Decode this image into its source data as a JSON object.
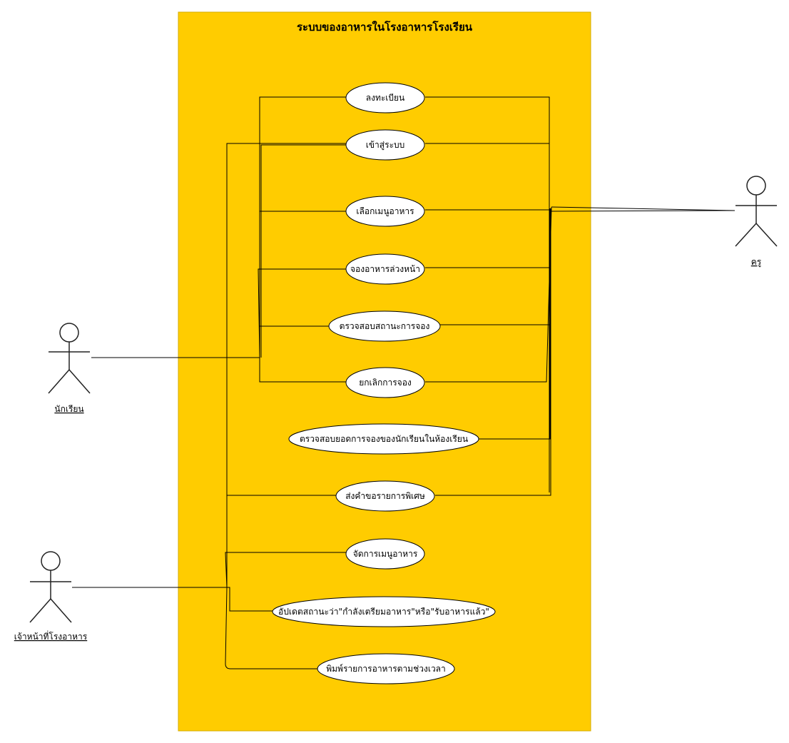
{
  "system": {
    "title": "ระบบของอาหารในโรงอาหารโรงเรียน",
    "fill": "#FFCC00",
    "border": "#D6AB00"
  },
  "actors": [
    {
      "id": "student",
      "label": "นักเรียน"
    },
    {
      "id": "teacher",
      "label": "ครู"
    },
    {
      "id": "staff",
      "label": "เจ้าหน้าที่โรงอาหาร"
    }
  ],
  "use_cases": [
    {
      "id": "register",
      "label": "ลงทะเบียน"
    },
    {
      "id": "login",
      "label": "เข้าสู่ระบบ"
    },
    {
      "id": "select_menu",
      "label": "เลือกเมนูอาหาร"
    },
    {
      "id": "reserve",
      "label": "จองอาหารล่วงหน้า"
    },
    {
      "id": "check_status",
      "label": "ตรวจสอบสถานะการจอง"
    },
    {
      "id": "cancel",
      "label": "ยกเลิกการจอง"
    },
    {
      "id": "check_class_total",
      "label": "ตรวจสอบยอดการจองของนักเรียนในห้องเรียน"
    },
    {
      "id": "special_request",
      "label": "ส่งคำขอรายการพิเศษ"
    },
    {
      "id": "manage_menu",
      "label": "จัดการเมนูอาหาร"
    },
    {
      "id": "update_status",
      "label": "อัปเดตสถานะว่า\"กำลังเตรียมอาหาร\"หรือ\"รับอาหารแล้ว\""
    },
    {
      "id": "print_report",
      "label": "พิมพ์รายการอาหารตามช่วงเวลา"
    }
  ],
  "associations": [
    {
      "actor": "student",
      "use_cases": [
        "register",
        "login",
        "select_menu",
        "reserve",
        "check_status",
        "cancel"
      ]
    },
    {
      "actor": "teacher",
      "use_cases": [
        "register",
        "login",
        "select_menu",
        "reserve",
        "check_status",
        "cancel",
        "check_class_total",
        "special_request"
      ]
    },
    {
      "actor": "staff",
      "use_cases": [
        "login",
        "special_request",
        "manage_menu",
        "update_status",
        "print_report"
      ]
    }
  ]
}
